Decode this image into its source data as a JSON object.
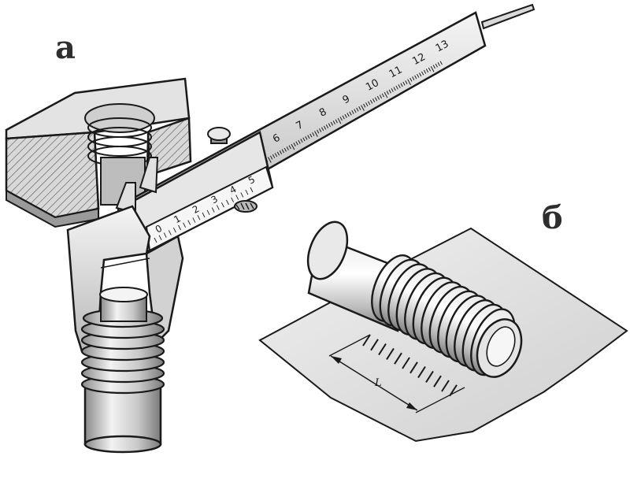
{
  "labels": {
    "panel_a": "а",
    "panel_b": "б",
    "length_symbol": "L"
  },
  "caliper_main_scale": [
    "0",
    "1",
    "2",
    "3",
    "4",
    "5",
    "6",
    "7",
    "8",
    "9",
    "10",
    "11",
    "12",
    "13"
  ],
  "caliper_vernier_scale": [
    "0",
    "1",
    "2",
    "3",
    "4",
    "5"
  ]
}
